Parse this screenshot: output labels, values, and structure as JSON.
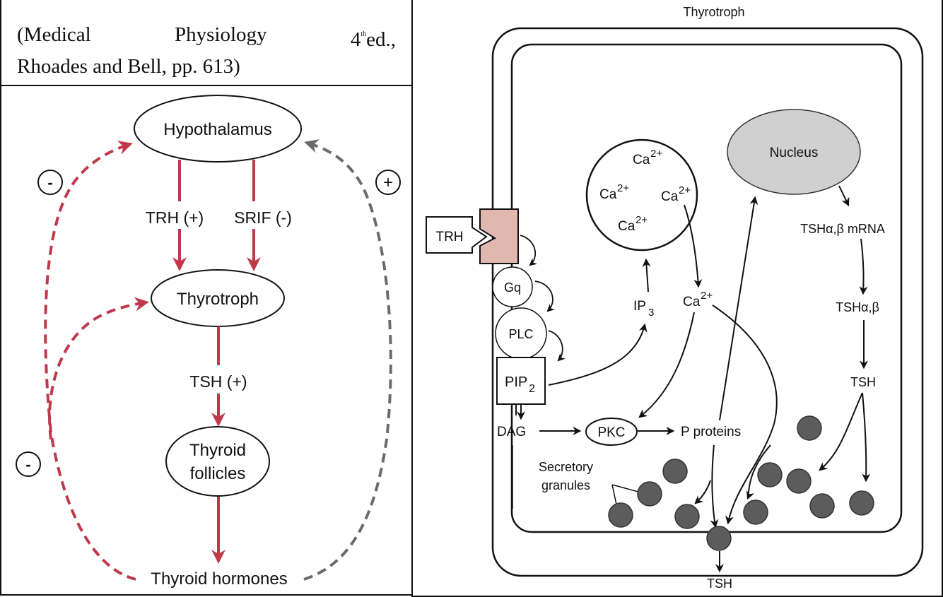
{
  "citation": {
    "words": [
      "(Medical",
      "Physiology",
      "4"
    ],
    "edition_sup": "th",
    "edition_tail": "ed.,",
    "line2": "Rhoades and Bell, pp. 613)"
  },
  "left_diagram": {
    "nodes": {
      "hypothalamus": "Hypothalamus",
      "thyrotroph": "Thyrotroph",
      "thyroid_follicles_line1": "Thyroid",
      "thyroid_follicles_line2": "follicles",
      "thyroid_hormones": "Thyroid hormones"
    },
    "edges": {
      "trh": "TRH (+)",
      "srif": "SRIF (-)",
      "tsh": "TSH (+)"
    },
    "feedback_signs": {
      "neg_top": "-",
      "pos_right": "+",
      "neg_bottom": "-"
    },
    "colors": {
      "stimulatory": "#c0394b",
      "feedback_positive": "#6b6b6b",
      "outline": "#111111"
    }
  },
  "right_diagram": {
    "title": "Thyrotroph",
    "receptor_ligand": "TRH",
    "gq": "Gq",
    "plc": "PLC",
    "pip2_base": "PIP",
    "pip2_sub": "2",
    "dag": "DAG",
    "pkc": "PKC",
    "p_proteins": "P proteins",
    "ip3_base": "IP",
    "ip3_sub": "3",
    "ca_base": "Ca",
    "ca_sup": "2+",
    "nucleus": "Nucleus",
    "mrna": "TSHα,β mRNA",
    "tsh_ab": "TSHα,β",
    "tsh_inner": "TSH",
    "tsh_out": "TSH",
    "granules_line1": "Secretory",
    "granules_line2": "granules",
    "colors": {
      "receptor_fill": "#e0b8b0",
      "nucleus_fill": "#d0d0d0",
      "granule_fill": "#5c5c5c"
    }
  }
}
